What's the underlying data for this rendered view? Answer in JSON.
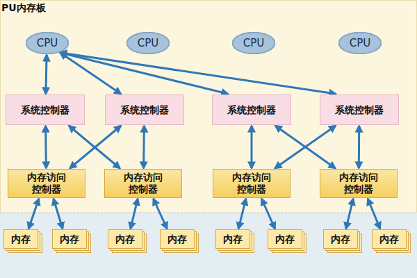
{
  "diagram": {
    "title": "PU内存板",
    "nodes": [
      {
        "text": [
          "CPU"
        ]
      },
      {
        "text": [
          "CPU"
        ]
      },
      {
        "text": [
          "CPU"
        ]
      },
      {
        "text": [
          "CPU"
        ]
      },
      {
        "text": [
          "系统控制器"
        ]
      },
      {
        "text": [
          "系统控制器"
        ]
      },
      {
        "text": [
          "系统控制器"
        ]
      },
      {
        "text": [
          "系统控制器"
        ]
      },
      {
        "text": [
          "内存访问 控制器"
        ]
      },
      {
        "text": [
          "内存访问 控制器"
        ]
      },
      {
        "text": [
          "内存访问 控制器"
        ]
      },
      {
        "text": [
          "内存访问 控制器"
        ]
      },
      {
        "text": [
          "内存"
        ]
      },
      {
        "text": [
          "内存"
        ]
      },
      {
        "text": [
          "内存"
        ]
      },
      {
        "text": [
          "内存"
        ]
      },
      {
        "text": [
          "内存"
        ]
      },
      {
        "text": [
          "内存"
        ]
      },
      {
        "text": [
          "内存"
        ]
      },
      {
        "text": [
          "内存"
        ]
      }
    ],
    "edges": [
      {
        "from": 0,
        "to": 4,
        "arrow": "both"
      },
      {
        "from": 0,
        "to": 5,
        "arrow": "both"
      },
      {
        "from": 0,
        "to": 6,
        "arrow": "both"
      },
      {
        "from": 0,
        "to": 7,
        "arrow": "both"
      },
      {
        "from": 4,
        "to": 8,
        "arrow": "both"
      },
      {
        "from": 4,
        "to": 9,
        "arrow": "both"
      },
      {
        "from": 5,
        "to": 8,
        "arrow": "both"
      },
      {
        "from": 5,
        "to": 9,
        "arrow": "both"
      },
      {
        "from": 6,
        "to": 10,
        "arrow": "both"
      },
      {
        "from": 6,
        "to": 11,
        "arrow": "both"
      },
      {
        "from": 7,
        "to": 10,
        "arrow": "both"
      },
      {
        "from": 7,
        "to": 11,
        "arrow": "both"
      },
      {
        "from": 8,
        "to": 12,
        "arrow": "both"
      },
      {
        "from": 8,
        "to": 13,
        "arrow": "both"
      },
      {
        "from": 9,
        "to": 14,
        "arrow": "both"
      },
      {
        "from": 9,
        "to": 15,
        "arrow": "both"
      },
      {
        "from": 10,
        "to": 16,
        "arrow": "both"
      },
      {
        "from": 10,
        "to": 17,
        "arrow": "both"
      },
      {
        "from": 11,
        "to": 18,
        "arrow": "both"
      },
      {
        "from": 11,
        "to": 19,
        "arrow": "both"
      }
    ]
  }
}
